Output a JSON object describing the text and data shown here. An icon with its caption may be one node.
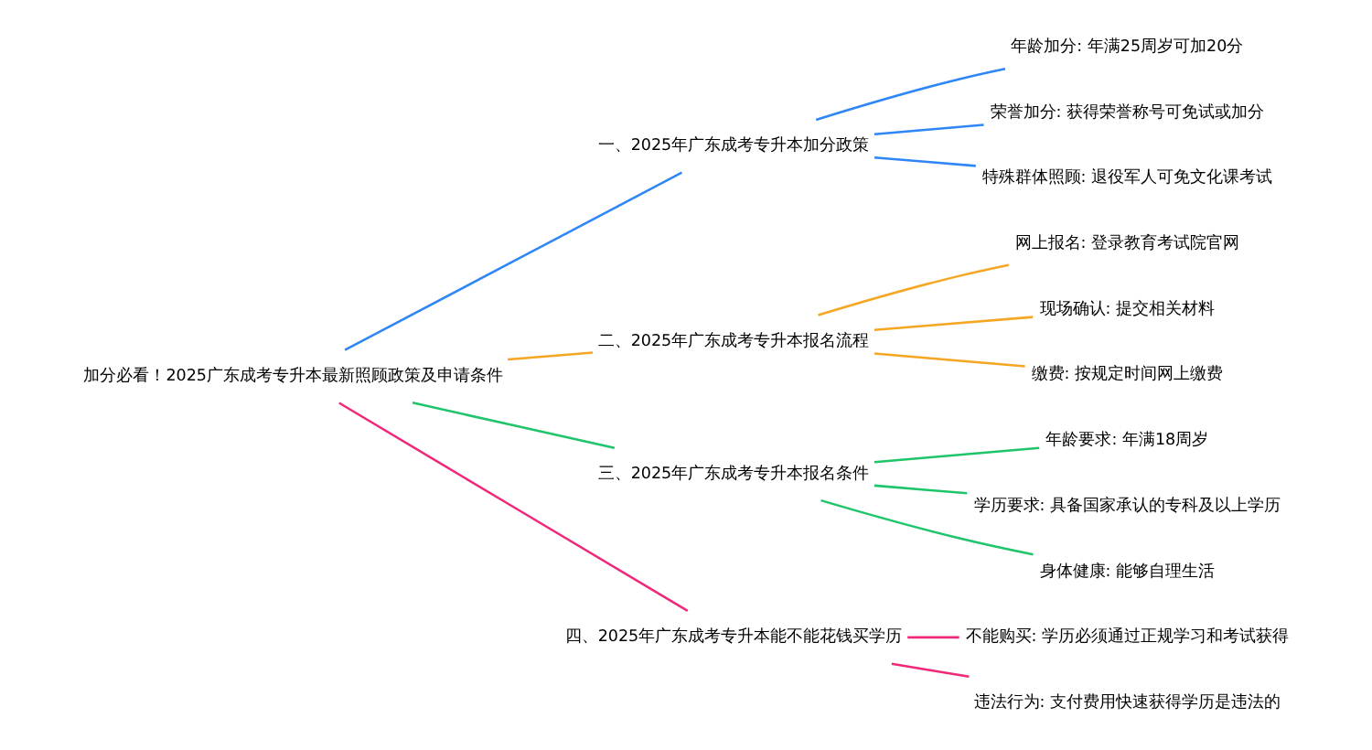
{
  "diagram": {
    "nodes": [
      {
        "text": [
          "加分必看！2025广东成考专升本最新照顾政策及申请条件"
        ]
      },
      {
        "text": [
          "一、2025年广东成考专升本加分政策"
        ]
      },
      {
        "text": [
          "年龄加分: 年满25周岁可加20分"
        ]
      },
      {
        "text": [
          "荣誉加分: 获得荣誉称号可免试或加分"
        ]
      },
      {
        "text": [
          "特殊群体照顾: 退役军人可免文化课考试"
        ]
      },
      {
        "text": [
          "二、2025年广东成考专升本报名流程"
        ]
      },
      {
        "text": [
          "网上报名: 登录教育考试院官网"
        ]
      },
      {
        "text": [
          "现场确认: 提交相关材料"
        ]
      },
      {
        "text": [
          "缴费: 按规定时间网上缴费"
        ]
      },
      {
        "text": [
          "三、2025年广东成考专升本报名条件"
        ]
      },
      {
        "text": [
          "年龄要求: 年满18周岁"
        ]
      },
      {
        "text": [
          "学历要求: 具备国家承认的专科及以上学历"
        ]
      },
      {
        "text": [
          "身体健康: 能够自理生活"
        ]
      },
      {
        "text": [
          "四、2025年广东成考专升本能不能花钱买学历"
        ]
      },
      {
        "text": [
          "不能购买: 学历必须通过正规学习和考试获得"
        ]
      },
      {
        "text": [
          "违法行为: 支付费用快速获得学历是违法的"
        ]
      }
    ],
    "edges": [
      {
        "from": 0,
        "to": 1,
        "arrow": "none",
        "color": "#2f86f6"
      },
      {
        "from": 1,
        "to": 2,
        "arrow": "none",
        "color": "#2f86f6"
      },
      {
        "from": 1,
        "to": 3,
        "arrow": "none",
        "color": "#2f86f6"
      },
      {
        "from": 1,
        "to": 4,
        "arrow": "none",
        "color": "#2f86f6"
      },
      {
        "from": 0,
        "to": 5,
        "arrow": "none",
        "color": "#f5a623"
      },
      {
        "from": 5,
        "to": 6,
        "arrow": "none",
        "color": "#f5a623"
      },
      {
        "from": 5,
        "to": 7,
        "arrow": "none",
        "color": "#f5a623"
      },
      {
        "from": 5,
        "to": 8,
        "arrow": "none",
        "color": "#f5a623"
      },
      {
        "from": 0,
        "to": 9,
        "arrow": "none",
        "color": "#1fc46b"
      },
      {
        "from": 9,
        "to": 10,
        "arrow": "none",
        "color": "#1fc46b"
      },
      {
        "from": 9,
        "to": 11,
        "arrow": "none",
        "color": "#1fc46b"
      },
      {
        "from": 9,
        "to": 12,
        "arrow": "none",
        "color": "#1fc46b"
      },
      {
        "from": 0,
        "to": 13,
        "arrow": "none",
        "color": "#f0287a"
      },
      {
        "from": 13,
        "to": 14,
        "arrow": "none",
        "color": "#f0287a"
      },
      {
        "from": 13,
        "to": 15,
        "arrow": "none",
        "color": "#f0287a"
      }
    ]
  }
}
